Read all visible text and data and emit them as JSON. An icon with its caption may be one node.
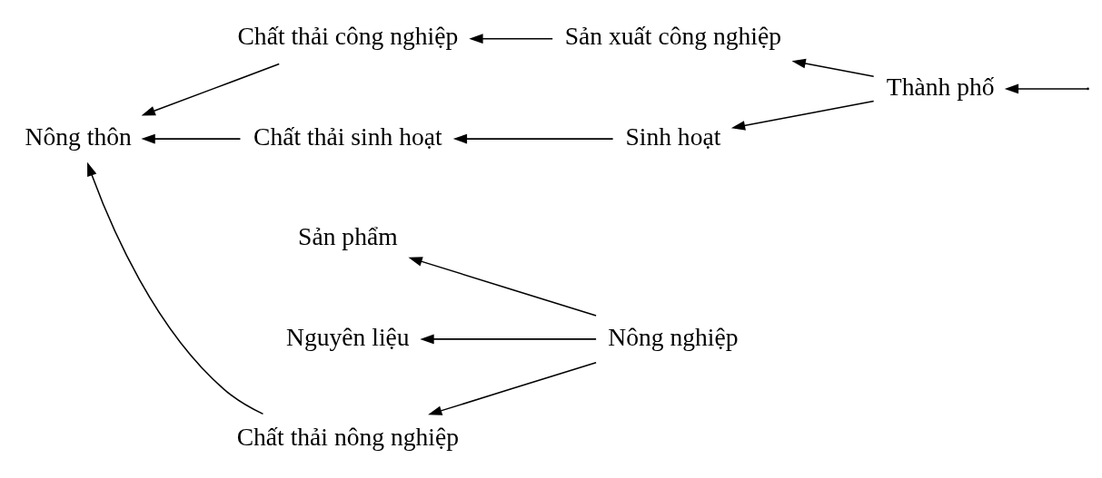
{
  "diagram": {
    "nodes": [
      {
        "text": [
          "Nông thôn"
        ]
      },
      {
        "text": [
          "Chất thải công nghiệp"
        ]
      },
      {
        "text": [
          "Sản xuất công nghiệp"
        ]
      },
      {
        "text": [
          "Chất thải sinh hoạt"
        ]
      },
      {
        "text": [
          "Sinh hoạt"
        ]
      },
      {
        "text": [
          "Nông nghiệp"
        ]
      },
      {
        "text": [
          "Sản phẩm"
        ]
      },
      {
        "text": [
          "Nguyên liệu"
        ]
      },
      {
        "text": [
          "Thành phố"
        ]
      },
      {
        "text": [
          "Chất thải nông nghiệp"
        ]
      }
    ],
    "edges": [
      {
        "from": 1,
        "to": 0,
        "arrow": "to"
      },
      {
        "from": 2,
        "to": 1,
        "arrow": "to"
      },
      {
        "from": 3,
        "to": 0,
        "arrow": "to"
      },
      {
        "from": 4,
        "to": 3,
        "arrow": "to"
      },
      {
        "from": 8,
        "to": 4,
        "arrow": "to"
      },
      {
        "from": 8,
        "to": 2,
        "arrow": "to"
      },
      {
        "from": 5,
        "to": 6,
        "arrow": "to"
      },
      {
        "from": 5,
        "to": 7,
        "arrow": "to"
      },
      {
        "from": null,
        "to": 8,
        "arrow": "to"
      },
      {
        "from": 5,
        "to": 9,
        "arrow": "to"
      },
      {
        "from": 9,
        "to": 0,
        "arrow": "to"
      }
    ]
  }
}
